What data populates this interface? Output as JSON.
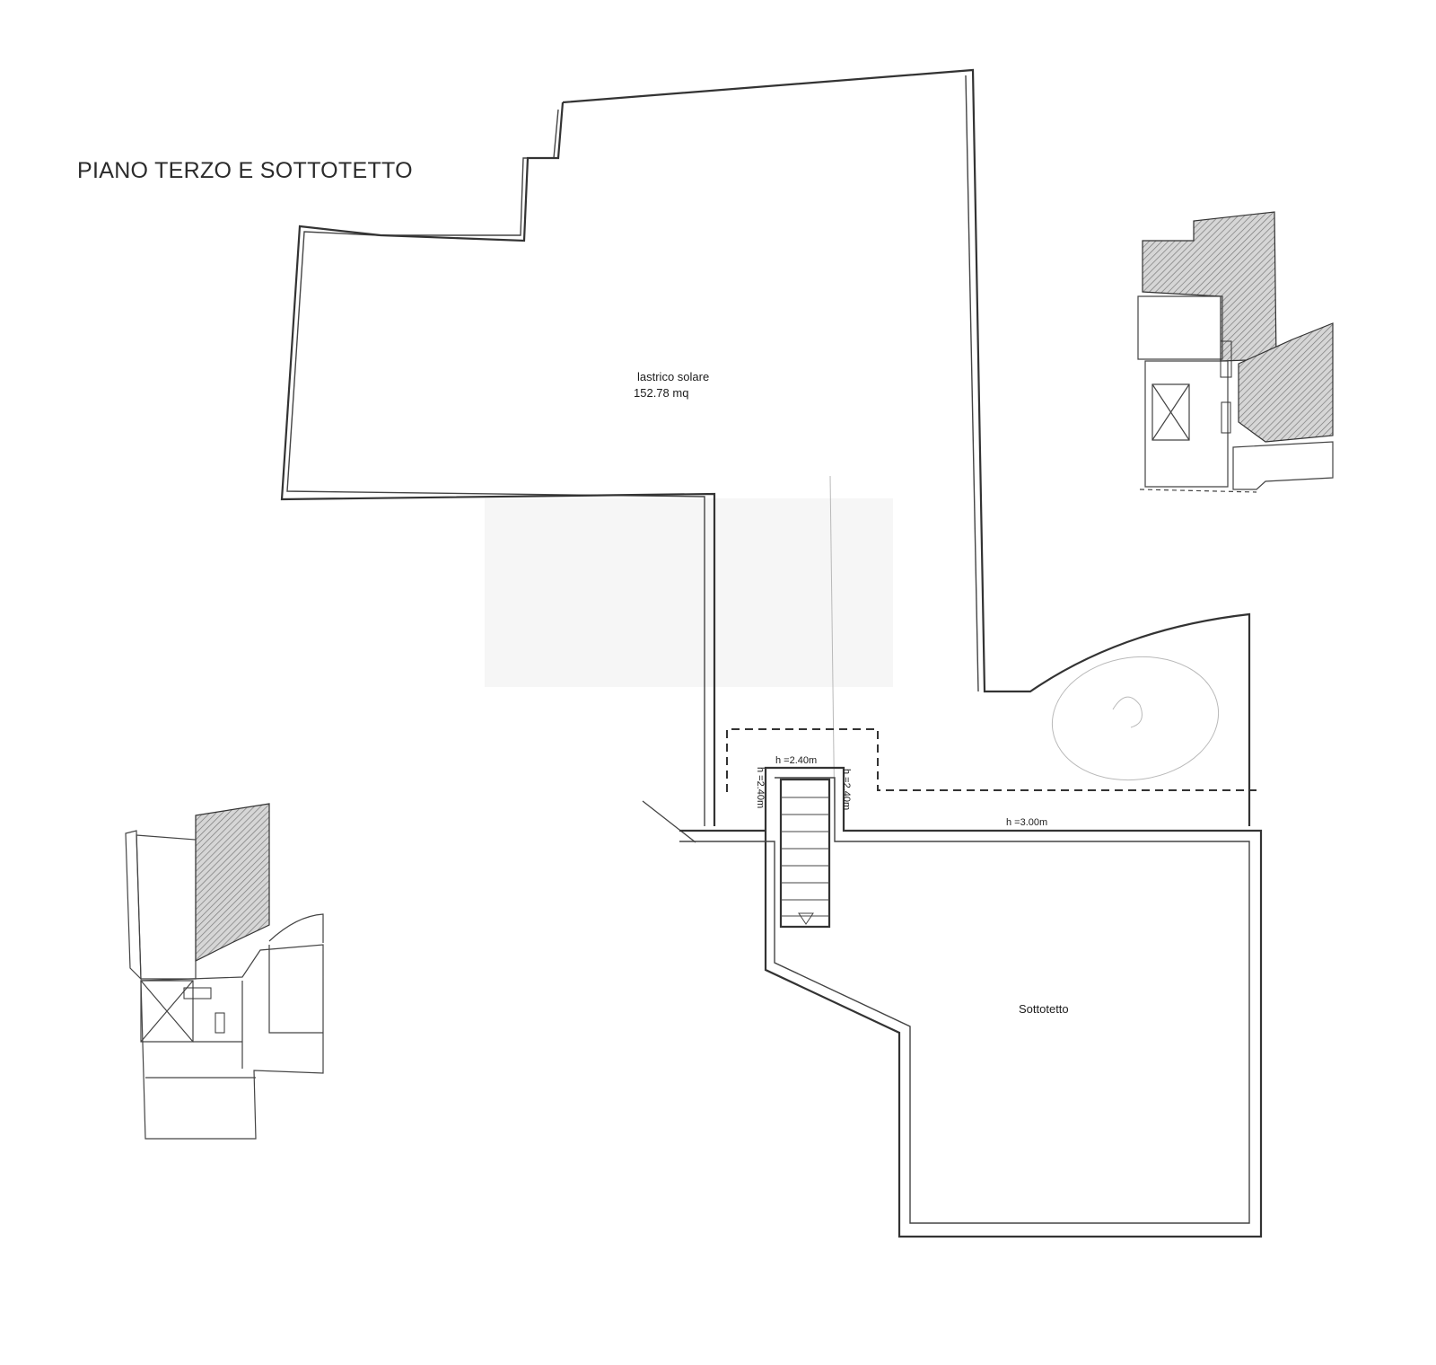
{
  "drawing": {
    "title": "PIANO TERZO E SOTTOTETTO",
    "rooftop": {
      "name": "lastrico solare",
      "area": "152.78 mq"
    },
    "attic": {
      "name": "Sottotetto"
    },
    "heights": {
      "stair_top": "h =2.40m",
      "stair_left": "h =2.40m",
      "stair_right": "h =2.40m",
      "terrace_edge": "h =3.00m"
    }
  },
  "colors": {
    "line": "#333333",
    "hatch": "#8a8a8a",
    "paper": "#ffffff"
  }
}
